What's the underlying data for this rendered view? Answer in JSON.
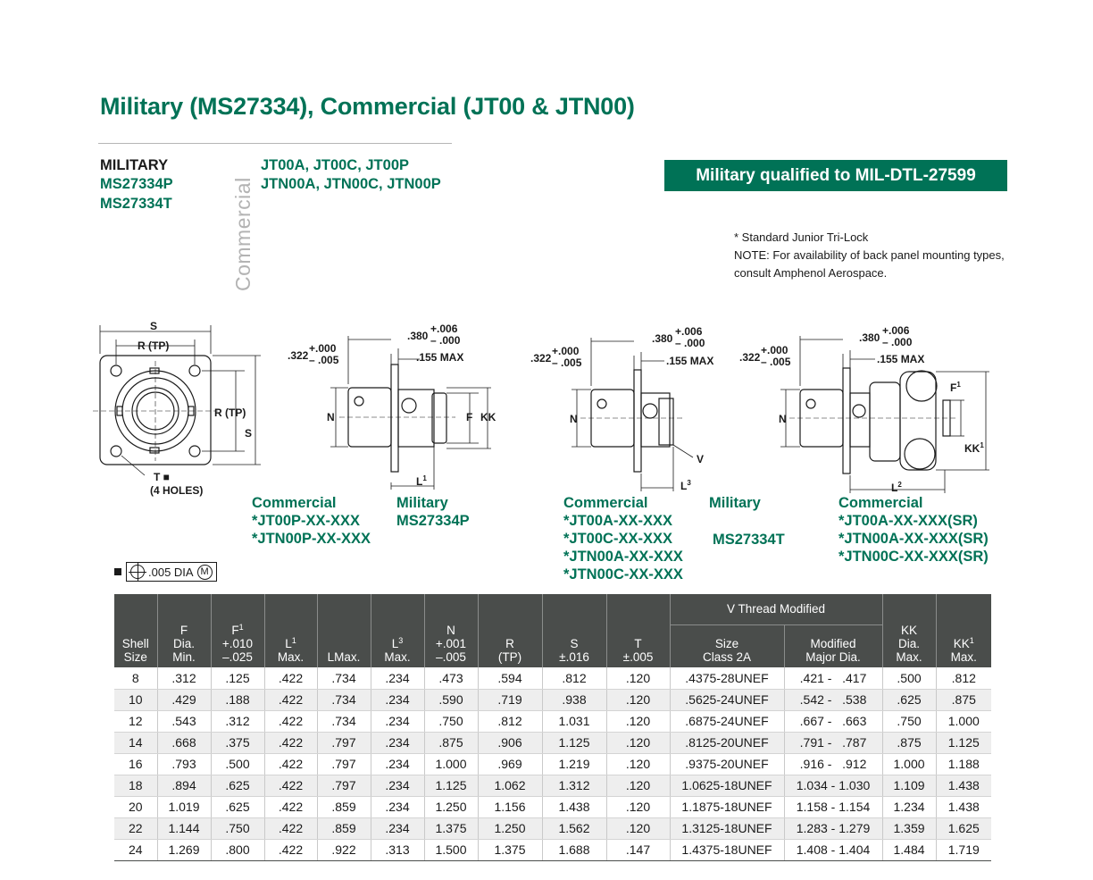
{
  "title": "Military (MS27334), Commercial (JT00 & JTN00)",
  "vertical_label": "Commercial",
  "military_header": {
    "label": "MILITARY",
    "items": [
      "MS27334P",
      "MS27334T"
    ]
  },
  "commercial_header": {
    "line1": "JT00A, JT00C, JT00P",
    "line2": "JTN00A, JTN00C, JTN00P"
  },
  "badge": "Military qualified to MIL-DTL-27599",
  "notes": {
    "line1": "* Standard Junior Tri-Lock",
    "line2": "NOTE: For availability of back panel mounting types, consult Amphenol Aerospace."
  },
  "drawing_labels": {
    "s": "S",
    "r_tp": "R (TP)",
    "r_tp_side": "R (TP)",
    "s_side": "S",
    "t_holes": "T ■",
    "four_holes": "(4 HOLES)",
    "dim_380": ".380",
    "dim_plus_006": "+.006",
    "dim_minus_000": "– .000",
    "dim_322": ".322",
    "dim_plus_000": "+.000",
    "dim_minus_005": "– .005",
    "dim_155": ".155 MAX",
    "n": "N",
    "f": "F",
    "kk": "KK",
    "l1": "L",
    "l3": "L",
    "l2": "L",
    "v": "V",
    "f1": "F",
    "kk1": "KK"
  },
  "captions": {
    "a": {
      "heading": "Commercial",
      "lines": [
        "*JT00P-XX-XXX",
        "*JTN00P-XX-XXX"
      ]
    },
    "a_mil": {
      "heading": "Military",
      "lines": [
        "MS27334P"
      ]
    },
    "b": {
      "heading": "Commercial",
      "lines": [
        "*JT00A-XX-XXX",
        "*JT00C-XX-XXX",
        "*JTN00A-XX-XXX",
        "*JTN00C-XX-XXX"
      ]
    },
    "b_mil": {
      "heading": "Military",
      "lines": [
        "MS27334T"
      ]
    },
    "c": {
      "heading": "Commercial",
      "lines": [
        "*JT00A-XX-XXX(SR)",
        "*JTN00A-XX-XXX(SR)",
        "*JTN00C-XX-XXX(SR)"
      ]
    }
  },
  "tolerance": {
    "value": ".005 DIA",
    "modifier": "M"
  },
  "table": {
    "group_header": "V Thread Modified",
    "headers": {
      "shell": [
        "Shell",
        "Size"
      ],
      "f": [
        "F",
        "Dia.",
        "Min."
      ],
      "f1": [
        "F",
        "+.010",
        "–.025"
      ],
      "l1": [
        "L",
        "Max."
      ],
      "lmax": [
        "LMax."
      ],
      "l3": [
        "L",
        "Max."
      ],
      "n": [
        "N",
        "+.001",
        "–.005"
      ],
      "r": [
        "R",
        "(TP)"
      ],
      "s": [
        "S",
        "±.016"
      ],
      "t": [
        "T",
        "±.005"
      ],
      "size": [
        "Size",
        "Class 2A"
      ],
      "mod": [
        "Modified",
        "Major Dia."
      ],
      "kk": [
        "KK",
        "Dia.",
        "Max."
      ],
      "kk1": [
        "KK",
        "Max."
      ]
    },
    "rows": [
      [
        "8",
        ".312",
        ".125",
        ".422",
        ".734",
        ".234",
        ".473",
        ".594",
        ".812",
        ".120",
        ".4375-28UNEF",
        ".421 -   .417",
        ".500",
        ".812"
      ],
      [
        "10",
        ".429",
        ".188",
        ".422",
        ".734",
        ".234",
        ".590",
        ".719",
        ".938",
        ".120",
        ".5625-24UNEF",
        ".542 -   .538",
        ".625",
        ".875"
      ],
      [
        "12",
        ".543",
        ".312",
        ".422",
        ".734",
        ".234",
        ".750",
        ".812",
        "1.031",
        ".120",
        ".6875-24UNEF",
        ".667 -   .663",
        ".750",
        "1.000"
      ],
      [
        "14",
        ".668",
        ".375",
        ".422",
        ".797",
        ".234",
        ".875",
        ".906",
        "1.125",
        ".120",
        ".8125-20UNEF",
        ".791 -   .787",
        ".875",
        "1.125"
      ],
      [
        "16",
        ".793",
        ".500",
        ".422",
        ".797",
        ".234",
        "1.000",
        ".969",
        "1.219",
        ".120",
        ".9375-20UNEF",
        ".916 -   .912",
        "1.000",
        "1.188"
      ],
      [
        "18",
        ".894",
        ".625",
        ".422",
        ".797",
        ".234",
        "1.125",
        "1.062",
        "1.312",
        ".120",
        "1.0625-18UNEF",
        "1.034 - 1.030",
        "1.109",
        "1.438"
      ],
      [
        "20",
        "1.019",
        ".625",
        ".422",
        ".859",
        ".234",
        "1.250",
        "1.156",
        "1.438",
        ".120",
        "1.1875-18UNEF",
        "1.158 - 1.154",
        "1.234",
        "1.438"
      ],
      [
        "22",
        "1.144",
        ".750",
        ".422",
        ".859",
        ".234",
        "1.375",
        "1.250",
        "1.562",
        ".120",
        "1.3125-18UNEF",
        "1.283 - 1.279",
        "1.359",
        "1.625"
      ],
      [
        "24",
        "1.269",
        ".800",
        ".422",
        ".922",
        ".313",
        "1.500",
        "1.375",
        "1.688",
        ".147",
        "1.4375-18UNEF",
        "1.408 - 1.404",
        "1.484",
        "1.719"
      ]
    ]
  },
  "colors": {
    "brand_green": "#007256",
    "table_header": "#4a4d4b",
    "stripe": "#eeeeee"
  }
}
